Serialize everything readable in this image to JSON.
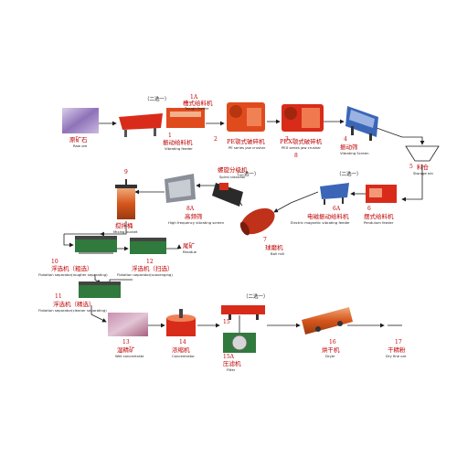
{
  "colors": {
    "machine": "#d92b1a",
    "flow": "#1c1c1c",
    "label": "#c00000",
    "blue": "#3b66b8",
    "ore": "#9a7fbf",
    "green": "#2f7a3c"
  },
  "choose_one": "（二选一）",
  "steps": [
    {
      "id": "raw",
      "num": "",
      "cn": "原矿石",
      "en": "Raw ore",
      "icon": "ore-pile-icon"
    },
    {
      "id": "s1",
      "num": "1",
      "cn": "振动给料机",
      "en": "Vibrating feeder",
      "icon": "vibrating-feeder-icon"
    },
    {
      "id": "s1a",
      "num": "1A",
      "cn": "槽式给料机",
      "en": "Trough feeder",
      "icon": "trough-feeder-icon"
    },
    {
      "id": "s2",
      "num": "2",
      "cn": "PE颚式破碎机",
      "en": "PE series jaw crusher",
      "icon": "jaw-crusher-icon"
    },
    {
      "id": "s3",
      "num": "3",
      "cn": "PEX颚式破碎机",
      "en": "PEX series jaw crusher",
      "icon": "fine-jaw-crusher-icon"
    },
    {
      "id": "s3b",
      "num": "8",
      "cn": "",
      "en": "",
      "icon": ""
    },
    {
      "id": "s4",
      "num": "4",
      "cn": "振动筛",
      "en": "Vibrating Screen",
      "icon": "vibrating-screen-icon"
    },
    {
      "id": "s5",
      "num": "5",
      "cn": "料仓",
      "en": "Storage bin",
      "icon": "storage-bin-icon"
    },
    {
      "id": "s6",
      "num": "6",
      "cn": "摆式给料机",
      "en": "Pendulum feeder",
      "icon": "pendulum-feeder-icon"
    },
    {
      "id": "s6a",
      "num": "6A",
      "cn": "电磁振动给料机",
      "en": "Electric magnetic vibrating feeder",
      "icon": "magnetic-feeder-icon"
    },
    {
      "id": "s7",
      "num": "7",
      "cn": "球磨机",
      "en": "Ball mill",
      "icon": "ball-mill-icon"
    },
    {
      "id": "s8",
      "num": "",
      "cn": "螺旋分级机",
      "en": "Spiral classifier",
      "icon": "spiral-classifier-icon"
    },
    {
      "id": "s8a",
      "num": "8A",
      "cn": "高频筛",
      "en": "High frequency vibrating screen",
      "icon": "hf-screen-icon"
    },
    {
      "id": "s9",
      "num": "9",
      "cn": "搅拌桶",
      "en": "Mixing bucket",
      "icon": "mixing-tank-icon"
    },
    {
      "id": "s10",
      "num": "10",
      "cn": "浮选机（粗选）",
      "en": "Flotation separator(rougher separating)",
      "icon": "flotation-cell-icon"
    },
    {
      "id": "s11",
      "num": "11",
      "cn": "浮选机（精选）",
      "en": "Flotation separator(cleaner separating)",
      "icon": "flotation-cell-icon"
    },
    {
      "id": "s12",
      "num": "12",
      "cn": "浮选机（扫选）",
      "en": "Flotation separator(scavenging)",
      "icon": "flotation-cell-icon"
    },
    {
      "id": "tail",
      "num": "",
      "cn": "尾矿",
      "en": "Residue",
      "icon": ""
    },
    {
      "id": "s13",
      "num": "13",
      "cn": "湿精矿",
      "en": "Wet concentrate",
      "icon": "wet-concentrate-icon"
    },
    {
      "id": "s14",
      "num": "14",
      "cn": "浓缩机",
      "en": "Concentrator",
      "icon": "thickener-icon"
    },
    {
      "id": "s15",
      "num": "15",
      "cn": "",
      "en": "",
      "icon": "filter-press-icon"
    },
    {
      "id": "s15a",
      "num": "15A",
      "cn": "压滤机",
      "en": "Filter",
      "icon": "disc-filter-icon"
    },
    {
      "id": "s16",
      "num": "16",
      "cn": "烘干机",
      "en": "Dryer",
      "icon": "rotary-dryer-icon"
    },
    {
      "id": "s17",
      "num": "17",
      "cn": "干精粉",
      "en": "Dry fine ore",
      "icon": "dry-powder-icon"
    }
  ]
}
